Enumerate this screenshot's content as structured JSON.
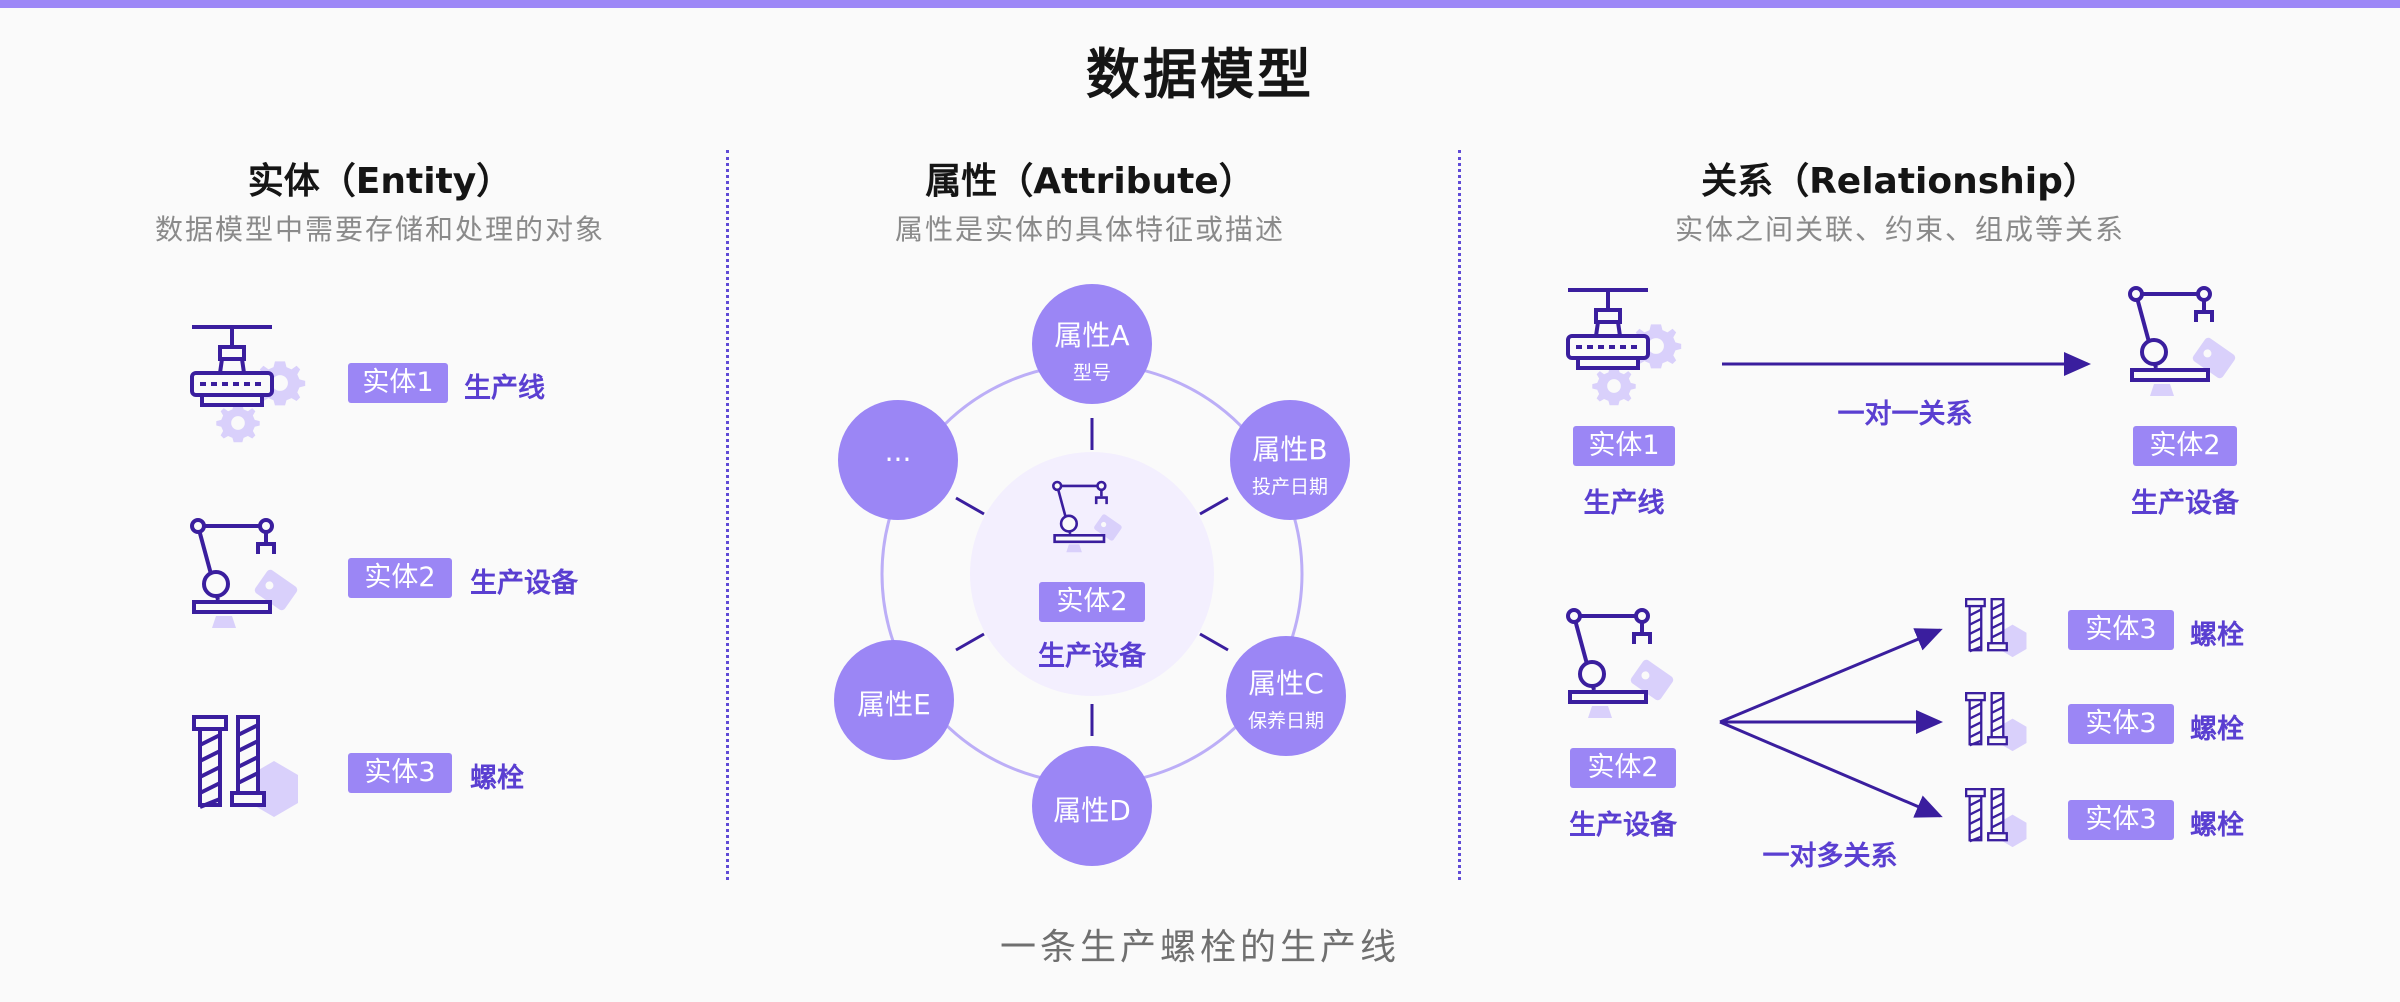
{
  "title": "数据模型",
  "sections": {
    "entity": {
      "title": "实体（Entity）",
      "subtitle": "数据模型中需要存储和处理的对象"
    },
    "attribute": {
      "title": "属性（Attribute）",
      "subtitle": "属性是实体的具体特征或描述"
    },
    "relationship": {
      "title": "关系（Relationship）",
      "subtitle": "实体之间关联、约束、组成等关系"
    }
  },
  "entities": [
    {
      "badge": "实体1",
      "name": "生产线",
      "icon": "production-line-icon"
    },
    {
      "badge": "实体2",
      "name": "生产设备",
      "icon": "robot-arm-icon"
    },
    {
      "badge": "实体3",
      "name": "螺栓",
      "icon": "bolt-icon"
    }
  ],
  "attribute_center": {
    "badge": "实体2",
    "name": "生产设备"
  },
  "attributes": [
    {
      "name": "属性A",
      "sub": "型号"
    },
    {
      "name": "属性B",
      "sub": "投产日期"
    },
    {
      "name": "属性C",
      "sub": "保养日期"
    },
    {
      "name": "属性D",
      "sub": ""
    },
    {
      "name": "属性E",
      "sub": ""
    },
    {
      "name": "···",
      "sub": ""
    }
  ],
  "relationships": {
    "one_to_one": {
      "label": "一对一关系",
      "left": {
        "badge": "实体1",
        "name": "生产线"
      },
      "right": {
        "badge": "实体2",
        "name": "生产设备"
      }
    },
    "one_to_many": {
      "label": "一对多关系",
      "left": {
        "badge": "实体2",
        "name": "生产设备"
      },
      "targets": [
        {
          "badge": "实体3",
          "name": "螺栓"
        },
        {
          "badge": "实体3",
          "name": "螺栓"
        },
        {
          "badge": "实体3",
          "name": "螺栓"
        }
      ]
    }
  },
  "footer": "一条生产螺栓的生产线",
  "colors": {
    "accent": "#9b86f5",
    "dark": "#3a1e9e",
    "text_purple": "#5a3fd1",
    "light": "#d9d0fb"
  }
}
